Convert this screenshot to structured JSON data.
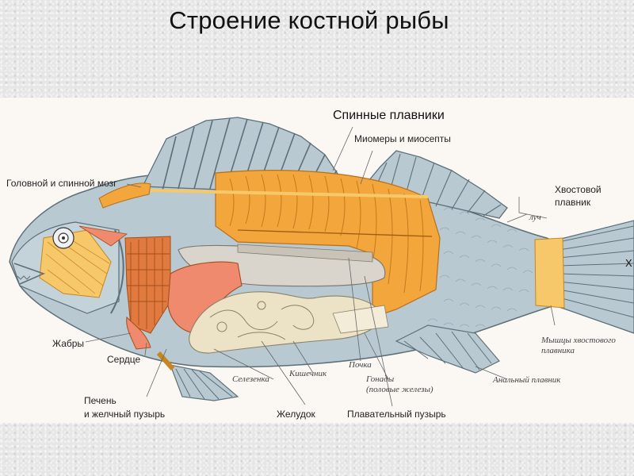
{
  "title": "Строение костной рыбы",
  "labels": {
    "dorsal_fins": "Спинные плавники",
    "myomeres": "Миомеры и миосепты",
    "brain": "Головной и спинной мозг",
    "tail_fin_line1": "Хвостовой",
    "tail_fin_line2": "плавник",
    "ray": "луч",
    "gills": "Жабры",
    "heart": "Сердце",
    "liver_line1": "Печень",
    "liver_line2": "и желчный пузырь",
    "stomach": "Желудок",
    "swim_bladder": "Плавательный пузырь",
    "spleen": "Селезенка",
    "intestine": "Кишечник",
    "kidney": "Почка",
    "gonads_line1": "Гонады",
    "gonads_line2": "(половые железы)",
    "anal_fin": "Анальный плавник",
    "tail_muscles_line1": "Мышцы хвостового",
    "tail_muscles_line2": "плавника",
    "edge_letter": "Х"
  },
  "colors": {
    "skeleton": "#a9bcc6",
    "muscle": "#f2a63c",
    "muscle_light": "#f6c86a",
    "liver": "#ef8a6e",
    "gut": "#ece3c6",
    "bladder": "#d9d4cc",
    "gill": "#e07a3e"
  }
}
